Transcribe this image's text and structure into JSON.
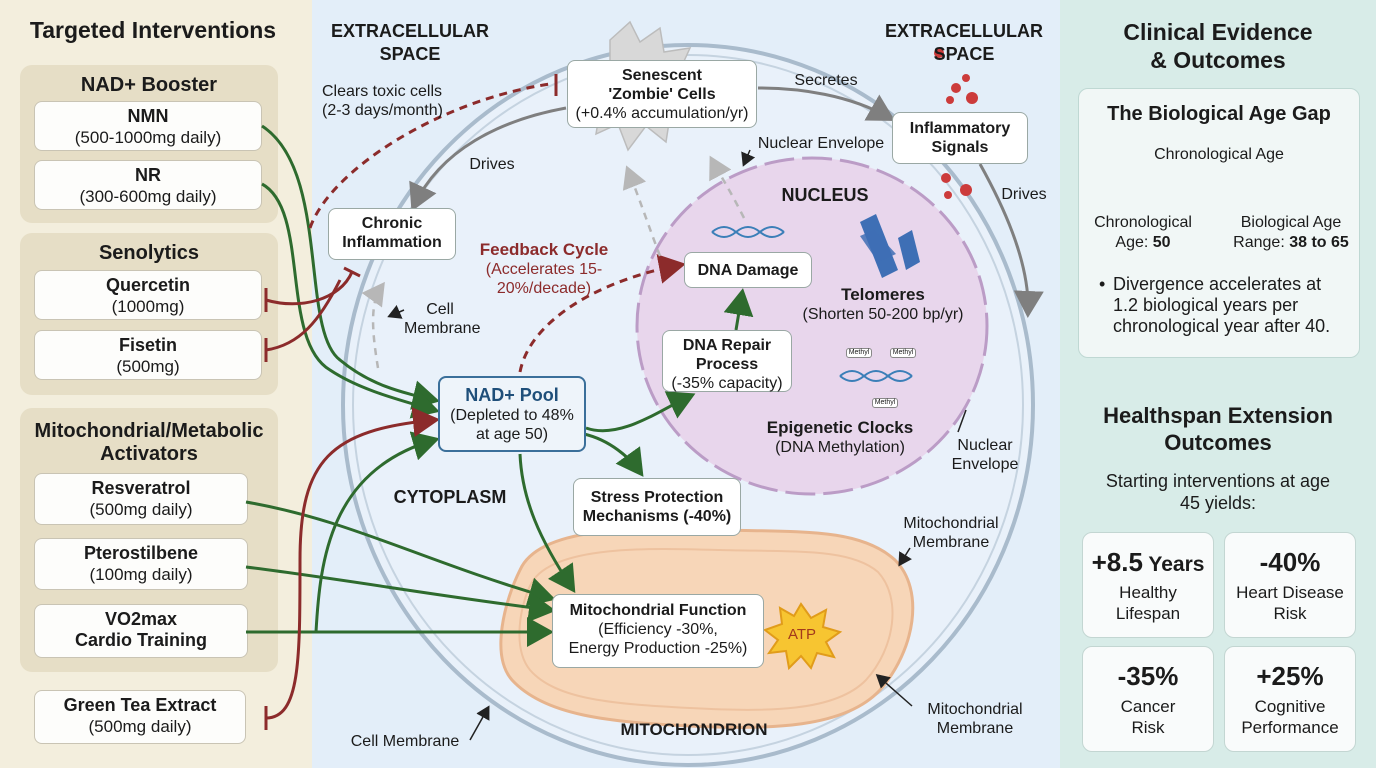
{
  "left": {
    "title": "Targeted Interventions",
    "nad_booster": {
      "title": "NAD+ Booster",
      "items": [
        {
          "name": "NMN",
          "dose": "(500-1000mg daily)"
        },
        {
          "name": "NR",
          "dose": "(300-600mg daily)"
        }
      ]
    },
    "senolytics": {
      "title": "Senolytics",
      "items": [
        {
          "name": "Quercetin",
          "dose": "(1000mg)"
        },
        {
          "name": "Fisetin",
          "dose": "(500mg)"
        }
      ]
    },
    "mito": {
      "title_line1": "Mitochondrial/Metabolic",
      "title_line2": "Activators",
      "items": [
        {
          "name": "Resveratrol",
          "dose": "(500mg daily)"
        },
        {
          "name": "Pterostilbene",
          "dose": "(100mg daily)"
        },
        {
          "name": "VO2max",
          "dose": "Cardio Training"
        }
      ]
    },
    "green_tea": {
      "name": "Green Tea Extract",
      "dose": "(500mg daily)"
    }
  },
  "center": {
    "extracellular_left": "EXTRACELLULAR\nSPACE",
    "extracellular_right": "EXTRACELLULAR\nSPACE",
    "clears_toxic": "Clears toxic cells\n(2-3 days/month)",
    "senescent": {
      "title": "Senescent\n'Zombie' Cells",
      "sub": "(+0.4% accumulation/yr)"
    },
    "secretes": "Secretes",
    "inflammatory": "Inflammatory\nSignals",
    "drives_left": "Drives",
    "drives_right": "Drives",
    "nuclear_envelope_top": "Nuclear Envelope",
    "nuclear_envelope_right": "Nuclear\nEnvelope",
    "nucleus": "NUCLEUS",
    "chronic_inflammation": "Chronic\nInflammation",
    "feedback": {
      "title": "Feedback Cycle",
      "sub": "(Accelerates 15-\n20%/decade)"
    },
    "dna_damage": "DNA Damage",
    "telomeres": {
      "title": "Telomeres",
      "sub": "(Shorten 50-200 bp/yr)"
    },
    "cell_membrane_upper": "Cell\nMembrane",
    "dna_repair": {
      "title": "DNA Repair\nProcess",
      "sub": "(-35% capacity)"
    },
    "methyl_tags": [
      "Methyl",
      "Methyl",
      "Methyl"
    ],
    "nad_pool": {
      "title": "NAD+ Pool",
      "sub": "(Depleted to 48%\nat age 50)"
    },
    "epigenetic": {
      "title": "Epigenetic Clocks",
      "sub": "(DNA Methylation)"
    },
    "cytoplasm": "CYTOPLASM",
    "stress_protection": "Stress Protection\nMechanisms (-40%)",
    "mito_membrane_top": "Mitochondrial\nMembrane",
    "mito_function": {
      "title": "Mitochondrial Function",
      "sub": "(Efficiency -30%,\nEnergy Production -25%)"
    },
    "atp": "ATP",
    "mito_membrane_bottom": "Mitochondrial\nMembrane",
    "cell_membrane_bottom": "Cell Membrane",
    "mitochondrion": "MITOCHONDRION"
  },
  "right": {
    "title": "Clinical Evidence\n& Outcomes",
    "age_gap": {
      "title": "The Biological Age Gap",
      "axis_label": "Chronological Age",
      "chrono_label": "Chronological\nAge:",
      "chrono_value": "50",
      "bio_label": "Biological Age\nRange:",
      "bio_value": "38 to 65",
      "bullet": "Divergence accelerates at\n1.2 biological years per\nchronological year after 40."
    },
    "healthspan": {
      "title": "Healthspan Extension\nOutcomes",
      "intro": "Starting interventions at age\n45 yields:",
      "outcomes": [
        {
          "value": "+8.5",
          "unit": " Years",
          "label": "Healthy\nLifespan"
        },
        {
          "value": "-40%",
          "unit": "",
          "label": "Heart Disease\nRisk"
        },
        {
          "value": "-35%",
          "unit": "",
          "label": "Cancer\nRisk"
        },
        {
          "value": "+25%",
          "unit": "",
          "label": "Cognitive\nPerformance"
        }
      ]
    }
  },
  "colors": {
    "activate": "#2e6b2e",
    "inhibit": "#8c2b2b",
    "process": "#808080",
    "nucleus": "#e8d6ec",
    "mito": "#f7d6b8",
    "nad_border": "#3a6f9a"
  }
}
